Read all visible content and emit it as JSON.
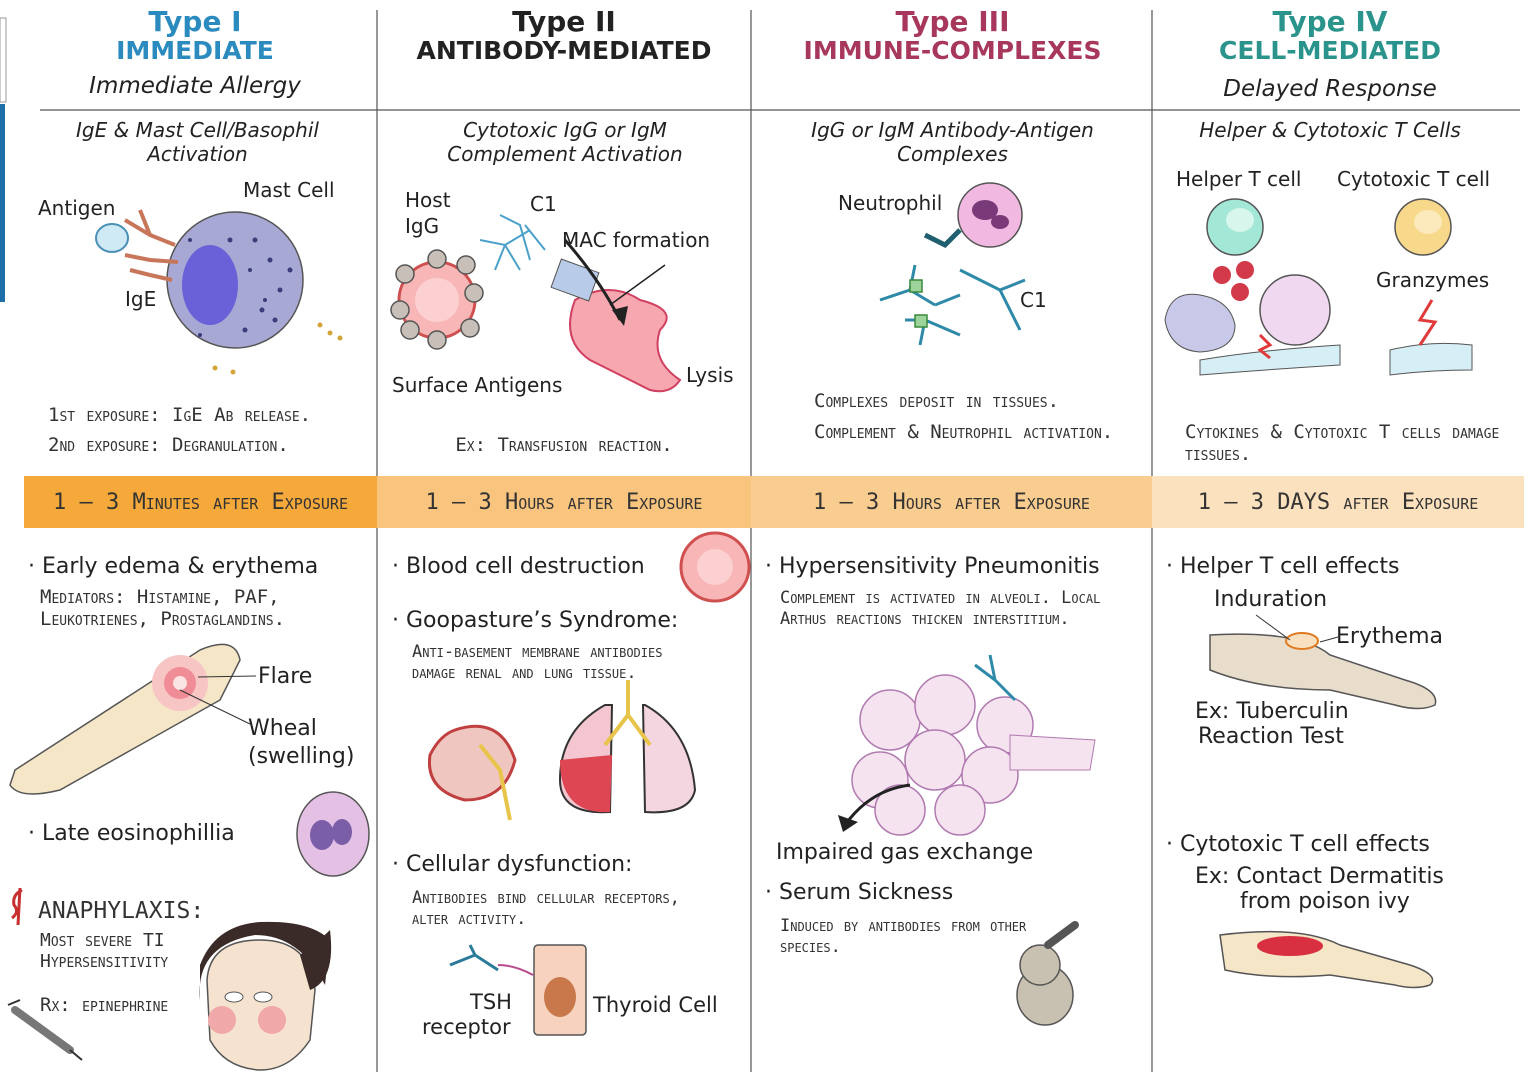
{
  "colors": {
    "type1": "#2b8bbf",
    "type2": "#222222",
    "type3": "#a8385b",
    "type4": "#2a948c",
    "band1": "#f5a93a",
    "band2": "#f8c47e",
    "band3": "#f9cd8f",
    "band4": "#fbe1bd"
  },
  "columns": [
    {
      "title": "Type I",
      "subtitle": "IMMEDIATE",
      "description": "Immediate Allergy",
      "mechanism": "IgE & Mast Cell/Basophil Activation",
      "labels": {
        "mast_cell": "Mast Cell",
        "antigen": "Antigen",
        "ige": "IgE"
      },
      "notes": [
        "1st exposure: IgE Ab release.",
        "2nd exposure: Degranulation."
      ],
      "timing": "1 – 3 Minutes after Exposure",
      "effects": {
        "b1": "Early edema & erythema",
        "mediators": "Mediators: Histamine, PAF, Leukotrienes, Prostaglandins.",
        "flare": "Flare",
        "wheal": "Wheal",
        "swelling": "(swelling)",
        "b2": "Late eosinophillia",
        "anaphylaxis": "ANAPHYLAXIS:",
        "anaph_desc": "Most severe TI Hypersensitivity",
        "rx": "Rx: epinephrine"
      }
    },
    {
      "title": "Type II",
      "subtitle": "ANTIBODY-MEDIATED",
      "mechanism": "Cytotoxic IgG or IgM Complement Activation",
      "labels": {
        "host": "Host",
        "igg": "IgG",
        "c1": "C1",
        "mac": "MAC formation",
        "surface": "Surface Antigens",
        "lysis": "Lysis"
      },
      "notes": [
        "Ex: Transfusion reaction."
      ],
      "timing": "1 – 3 Hours after Exposure",
      "effects": {
        "b1": "Blood cell destruction",
        "b2": "Goopasture’s Syndrome:",
        "b2_desc": "Anti-basement membrane antibodies damage renal and lung tissue.",
        "b3": "Cellular dysfunction:",
        "b3_desc": "Antibodies bind cellular receptors, alter activity.",
        "tsh": "TSH",
        "receptor": "receptor",
        "thyroid": "Thyroid Cell"
      }
    },
    {
      "title": "Type III",
      "subtitle": "IMMUNE-COMPLEXES",
      "mechanism": "IgG or IgM Antibody-Antigen Complexes",
      "labels": {
        "neutrophil": "Neutrophil",
        "c1": "C1"
      },
      "notes": [
        "Complexes deposit in tissues.",
        "Complement & Neutrophil activation."
      ],
      "timing": "1 – 3 Hours after Exposure",
      "effects": {
        "b1": "Hypersensitivity Pneumonitis",
        "b1_desc": "Complement is activated in alveoli. Local Arthus reactions thicken interstitium.",
        "gas": "Impaired gas exchange",
        "b2": "Serum Sickness",
        "b2_desc": "Induced by antibodies from other species."
      }
    },
    {
      "title": "Type IV",
      "subtitle": "CELL-MEDIATED",
      "description": "Delayed Response",
      "mechanism": "Helper & Cytotoxic T Cells",
      "labels": {
        "helper": "Helper T cell",
        "cytotoxic": "Cytotoxic T cell",
        "granzymes": "Granzymes"
      },
      "notes": [
        "Cytokines & Cytotoxic T cells damage tissues."
      ],
      "timing": "1 – 3 DAYS after Exposure",
      "effects": {
        "b1": "Helper T cell effects",
        "induration": "Induration",
        "erythema": "Erythema",
        "ex1a": "Ex: Tuberculin",
        "ex1b": "Reaction Test",
        "b2": "Cytotoxic T cell effects",
        "ex2a": "Ex: Contact Dermatitis",
        "ex2b": "from poison ivy"
      }
    }
  ]
}
